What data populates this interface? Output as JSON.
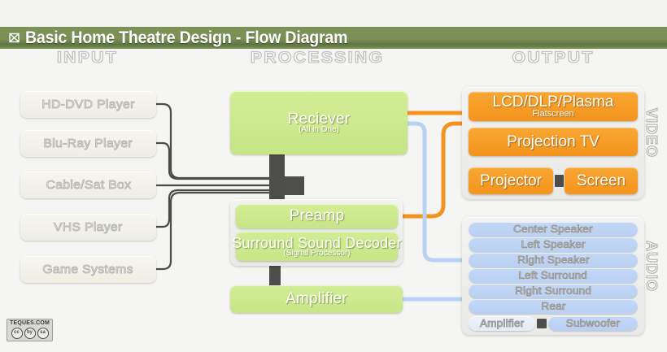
{
  "header": {
    "icon": "broken-image-glyph",
    "title": "Basic Home Theatre Design - Flow Diagram",
    "bar_color": "#7a9156"
  },
  "columns": {
    "input": "INPUT",
    "processing": "PROCESSING",
    "output": "OUTPUT"
  },
  "input_devices": [
    {
      "label": "HD-DVD Player"
    },
    {
      "label": "Blu-Ray Player"
    },
    {
      "label": "Cable/Sat Box"
    },
    {
      "label": "VHS Player"
    },
    {
      "label": "Game Systems"
    }
  ],
  "processing": {
    "receiver": {
      "label": "Reciever",
      "sub": "(All in One)"
    },
    "preamp": {
      "label": "Preamp"
    },
    "decoder": {
      "label": "Surround Sound Decoder",
      "sub": "(Signal Processor)"
    },
    "amplifier": {
      "label": "Amplifier"
    }
  },
  "output": {
    "video_label": "VIDEO",
    "audio_label": "AUDIO",
    "video_devices": [
      {
        "label": "LCD/DLP/Plasma",
        "sub": "Flatscreen"
      },
      {
        "label": "Projection TV",
        "sub": ""
      },
      {
        "label": "Projector",
        "sub": ""
      },
      {
        "label": "Screen",
        "sub": ""
      }
    ],
    "audio_devices": [
      {
        "label": "Center Speaker"
      },
      {
        "label": "Left Speaker"
      },
      {
        "label": "Right Speaker"
      },
      {
        "label": "Left Surround"
      },
      {
        "label": "Right Surround"
      },
      {
        "label": "Rear"
      },
      {
        "label": "Amplifier"
      },
      {
        "label": "Subwoofer"
      }
    ]
  },
  "colors": {
    "green": "#cce890",
    "orange": "#f59a23",
    "blue": "#bfd4f5",
    "wire_dark": "#4a4a48",
    "wire_orange": "#f2941e",
    "wire_blue": "#b9d2f2",
    "header_green": "#7a9156",
    "cream": "#f3f2ea"
  },
  "footer": {
    "badge_name": "TEQUES.COM",
    "badge_marks": [
      "cc",
      "by",
      "sa"
    ]
  }
}
